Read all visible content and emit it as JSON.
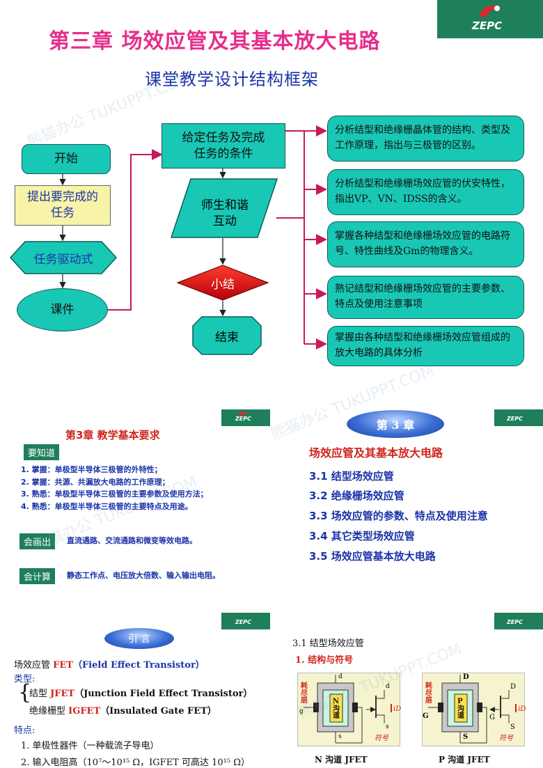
{
  "page_title": "第三章  场效应管及其基本放大电路",
  "page_subtitle": "课堂教学设计结构框架",
  "logo_text": "ZEPC",
  "watermark": "熊猫办公 TUKUPPT.COM",
  "flow": {
    "start": "开始",
    "task": "提出要完成的任务",
    "drive": "任务驱动式",
    "courseware": "课件",
    "conditions": "给定任务及完成任务的条件",
    "interact": "师生和谐互动",
    "summary": "小结",
    "end": "结束",
    "goals": [
      "分析结型和绝缘栅晶体管的结构、类型及工作原理，指出与三极管的区别。",
      "分析结型和绝缘栅场效应管的伏安特性，指出VP、VN、IDSS的含义。",
      "掌握各种结型和绝缘栅场效应管的电路符号、特性曲线及Gm的物理含义。",
      "熟记结型和绝缘栅场效应管的主要参数、特点及使用注意事项",
      "掌握由各种结型和绝缘栅场效应管组成的放大电路的具体分析"
    ]
  },
  "req": {
    "title": "第3章  教学基本要求",
    "know_tag": "要知道",
    "know_items": [
      "1. 掌握：单极型半导体三极管的外特性；",
      "2. 掌握：共源、共漏放大电路的工作原理；",
      "3. 熟悉：单极型半导体三极管的主要参数及使用方法；",
      "4. 熟悉：单极型半导体三极管的主要特点及用途。"
    ],
    "draw_tag": "会画出",
    "draw_text": "直流通路、交流通路和微变等效电路。",
    "calc_tag": "会计算",
    "calc_text": "静态工作点、电压放大倍数、输入输出电阻。"
  },
  "toc": {
    "badge": "第 3 章",
    "title": "场效应管及其基本放大电路",
    "items": [
      "3.1 结型场效应管",
      "3.2 绝缘栅场效应管",
      "3.3 场效应管的参数、特点及使用注意",
      "3.4 其它类型场效应管",
      "3.5 场效应管基本放大电路"
    ]
  },
  "intro": {
    "badge": "引  言",
    "fet_line_prefix": "场效应管 ",
    "fet_abbr": "FET",
    "fet_full": "（Field  Effect  Transistor）",
    "types_label": "类型:",
    "type1_cn": "结型 ",
    "type1_abbr": "JFET",
    "type1_full": "（Junction  Field  Effect  Transistor）",
    "type2_cn": "绝缘栅型 ",
    "type2_abbr": "IGFET",
    "type2_full": "（Insulated  Gate  FET）",
    "features_label": "特点:",
    "feature1": "1. 单极性器件（一种载流子导电）",
    "feature2": "2. 输入电阻高（10⁷～10¹⁵ Ω，IGFET 可高达 10¹⁵ Ω）"
  },
  "jfet": {
    "section": "3.1  结型场效应管",
    "sub": "1. 结构与符号",
    "n_caption": "N 沟道 JFET",
    "p_caption": "P 沟道 JFET",
    "depletion": "耗尽层",
    "symbol": "符号",
    "n_channel": "N沟道",
    "p_channel": "P沟道",
    "d": "d",
    "g": "g",
    "s": "s",
    "D": "D",
    "G": "G",
    "S": "S",
    "id": "iD"
  },
  "colors": {
    "teal": "#19c7b5",
    "title_pink": "#e62e8c",
    "blue": "#1a33a8",
    "red": "#d0241c",
    "green": "#1e7f5a"
  }
}
